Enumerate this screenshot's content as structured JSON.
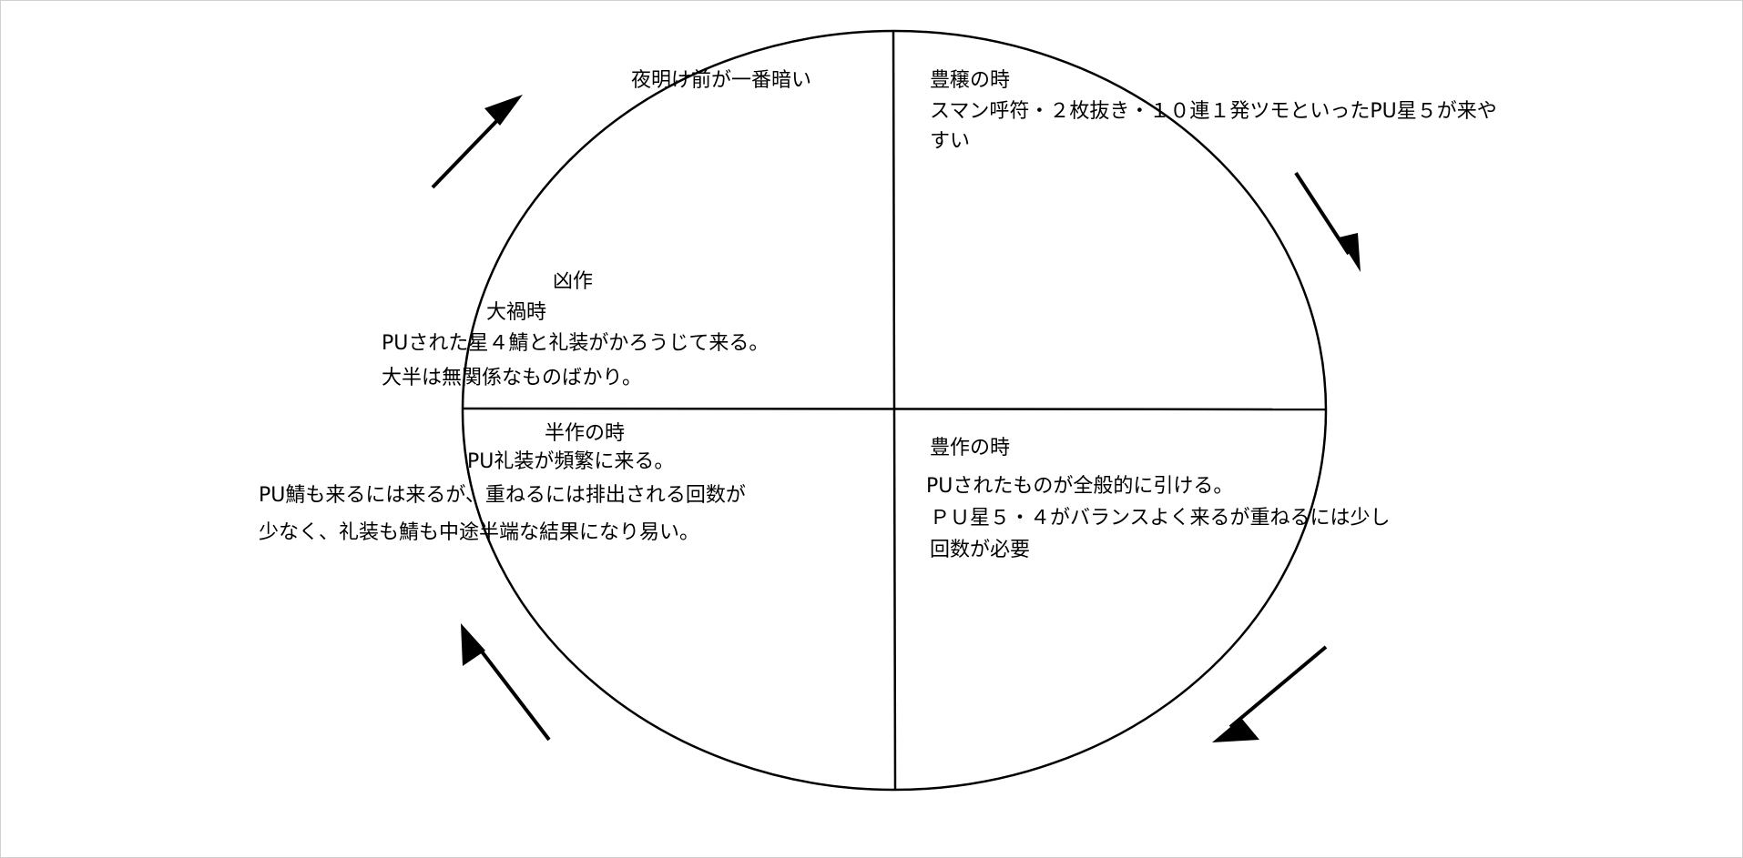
{
  "top_left": {
    "caption": "夜明け前が一番暗い"
  },
  "top_right": {
    "title": "豊穣の時",
    "line1": "スマン呼符・２枚抜き・１０連１発ツモといったPU星５が来や",
    "line2": "すい"
  },
  "upper_left": {
    "title": "凶作",
    "subtitle": "大禍時",
    "line1": "PUされた星４鯖と礼装がかろうじて来る。",
    "line2": "大半は無関係なものばかり。"
  },
  "lower_left": {
    "title": "半作の時",
    "line1": "PU礼装が頻繁に来る。",
    "line2": "PU鯖も来るには来るが、重ねるには排出される回数が",
    "line3": "少なく、礼装も鯖も中途半端な結果になり易い。"
  },
  "lower_right": {
    "title": "豊作の時",
    "line1": "PUされたものが全般的に引ける。",
    "line2": "ＰＵ星５・４がバランスよく来るが重ねるには少し",
    "line3": "回数が必要"
  }
}
